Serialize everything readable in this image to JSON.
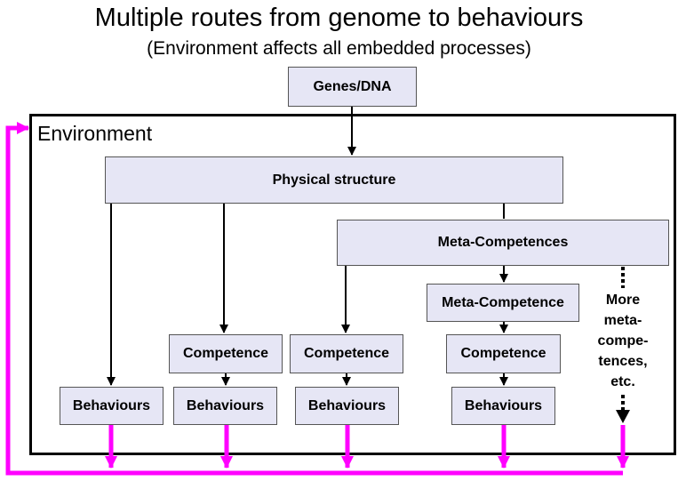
{
  "diagram": {
    "title": "Multiple routes from genome to behaviours",
    "subtitle": "(Environment affects all embedded processes)",
    "nodes": {
      "genes": "Genes/DNA",
      "environment": "Environment",
      "physical_structure": "Physical structure",
      "meta_competences": "Meta-Competences",
      "meta_competence": "Meta-Competence",
      "competence": "Competence",
      "behaviours": "Behaviours",
      "more_meta_competences": [
        "More",
        "meta-",
        "compe-",
        "tences,",
        "etc."
      ]
    },
    "colors": {
      "box_fill": "#e6e6f5",
      "feedback_loop": "#ff00ff",
      "arrow": "#000000"
    }
  }
}
